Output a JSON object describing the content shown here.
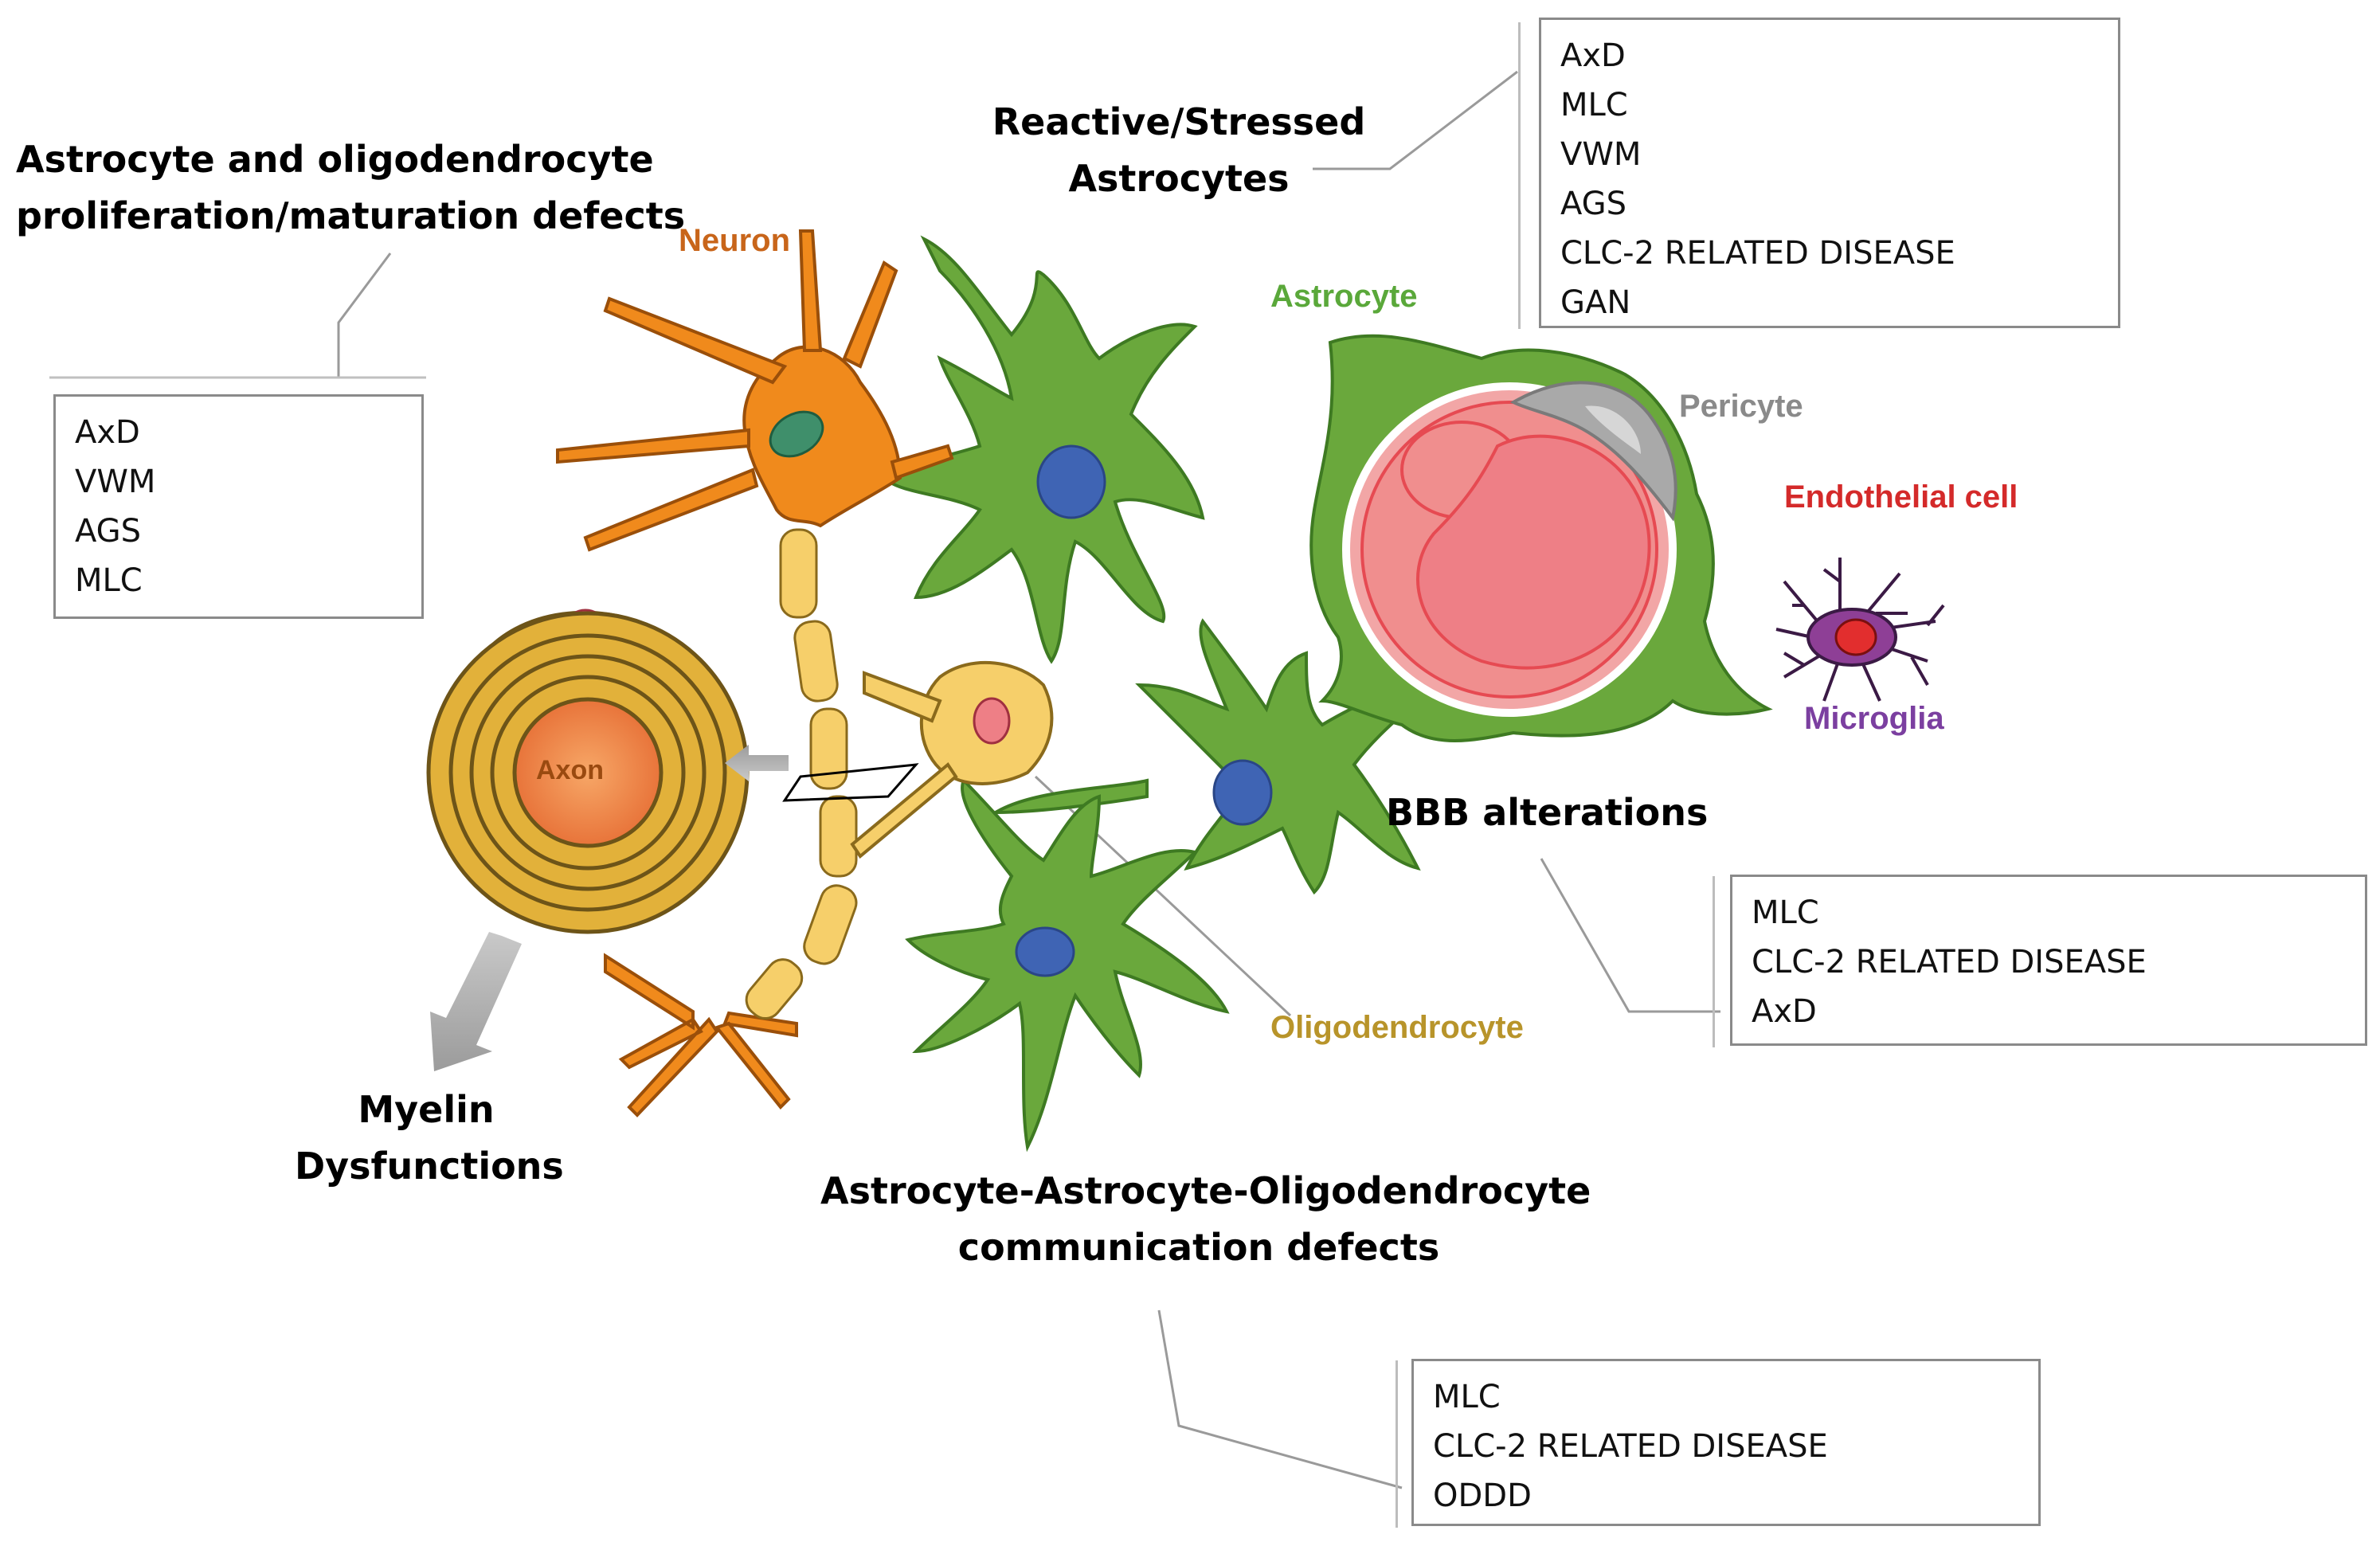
{
  "labels": {
    "neuron": "Neuron",
    "astrocyte": "Astrocyte",
    "pericyte": "Pericyte",
    "endothelial": "Endothelial cell",
    "microglia": "Microglia",
    "oligodendrocyte": "Oligodendrocyte",
    "axon": "Axon"
  },
  "headings": {
    "proliferation_line1": "Astrocyte and oligodendrocyte",
    "proliferation_line2": "proliferation/maturation defects",
    "reactive_line1": "Reactive/Stressed",
    "reactive_line2": "Astrocytes",
    "bbb": "BBB alterations",
    "myelin_line1": "Myelin",
    "myelin_line2": "Dysfunctions",
    "communication_line1": "Astrocyte-Astrocyte-Oligodendrocyte",
    "communication_line2": "communication defects"
  },
  "boxes": {
    "proliferation": [
      "AxD",
      "VWM",
      "AGS",
      "MLC"
    ],
    "reactive": [
      "AxD",
      "MLC",
      "VWM",
      "AGS",
      "CLC-2 RELATED DISEASE",
      "GAN"
    ],
    "bbb": [
      "MLC",
      "CLC-2 RELATED DISEASE",
      "AxD"
    ],
    "communication": [
      "MLC",
      "CLC-2 RELATED DISEASE",
      "ODDD"
    ]
  },
  "colors": {
    "neuron": "#f08a1c",
    "astrocyte": "#6aa83c",
    "astrocyte_nucleus": "#3f64b4",
    "oligodendrocyte": "#f6cf6a",
    "pericyte": "#9b9b9b",
    "endothelial": "#e64a52",
    "microglia": "#8e3f96",
    "neuron_label": "#c8651a",
    "astrocyte_label": "#5aa83a",
    "pericyte_label": "#8a8a8a",
    "endothelial_label": "#d42a2a",
    "microglia_label": "#7b3fa0",
    "oligodendrocyte_label": "#b8942a"
  }
}
